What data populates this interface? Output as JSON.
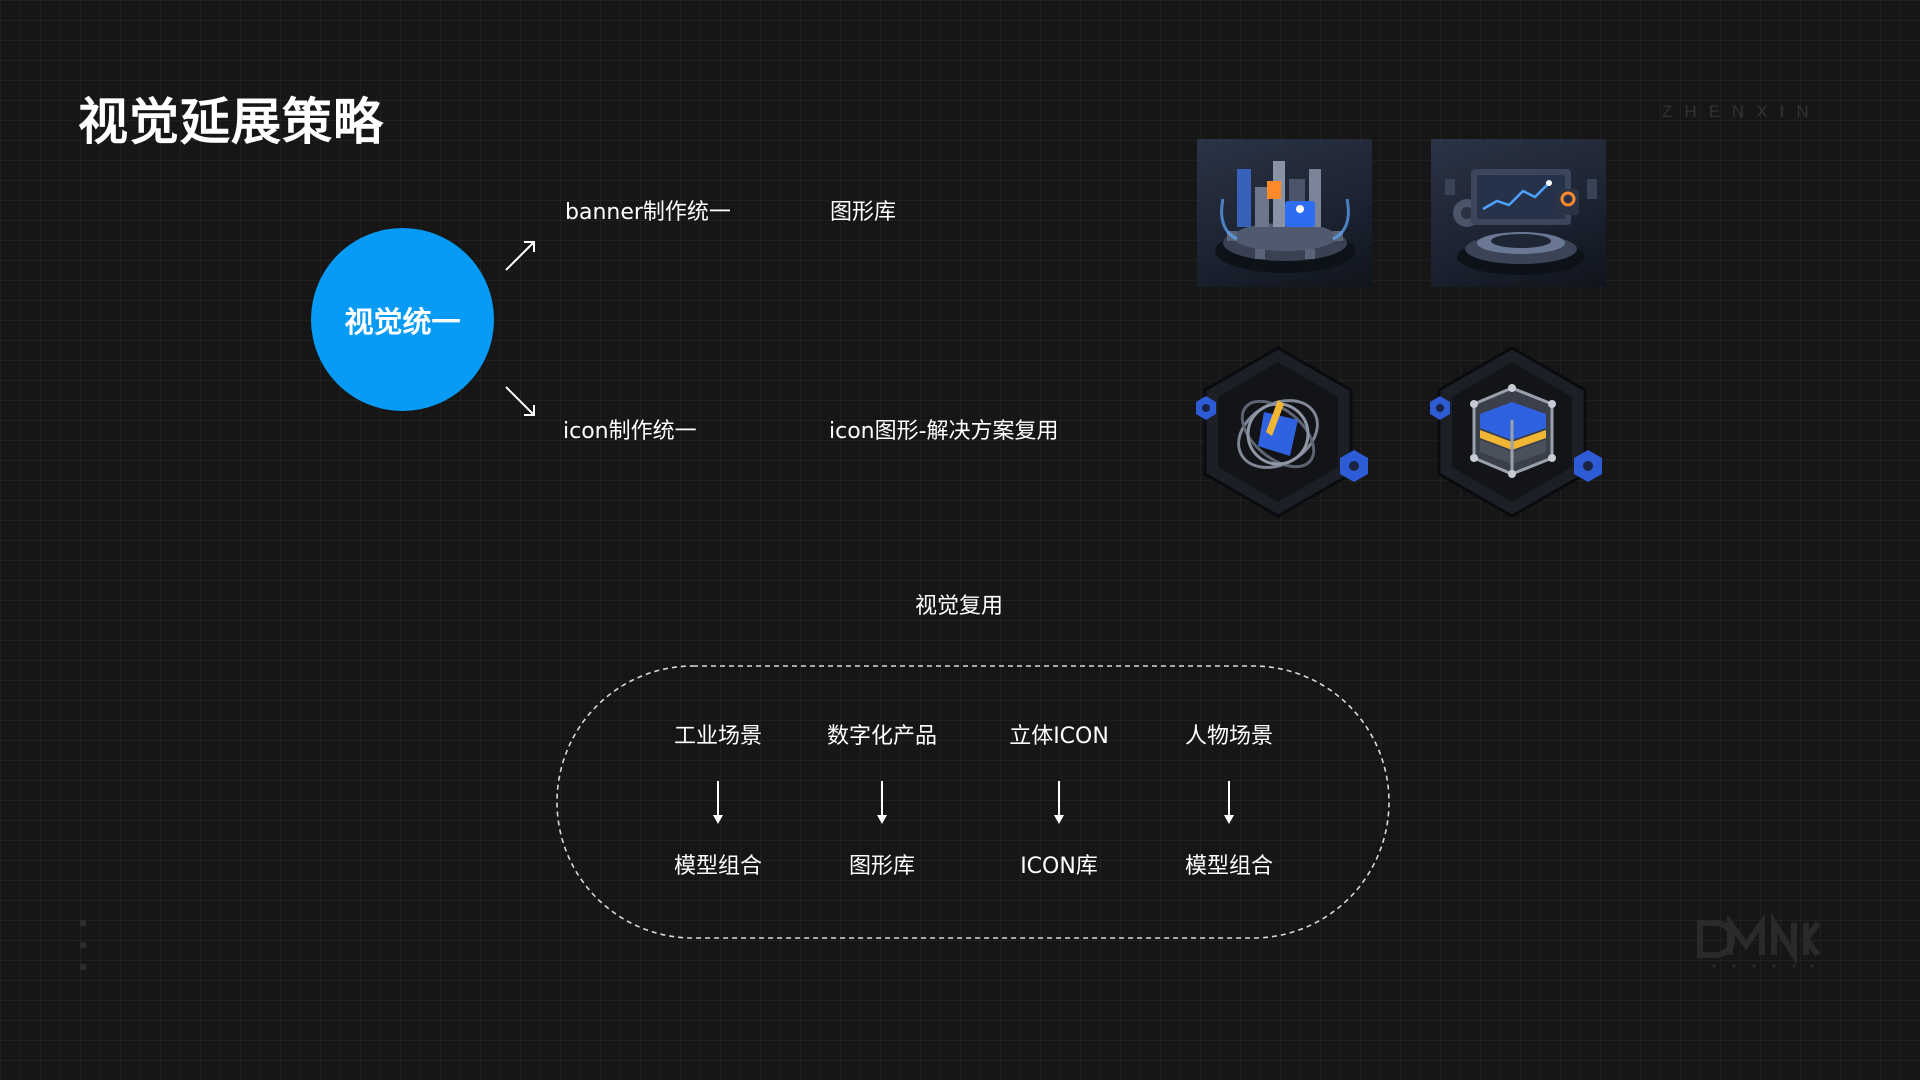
{
  "slide": {
    "title": "视觉延展策略",
    "wordmark": "ZHENXIN",
    "center_circle": "视觉统一",
    "rows": [
      {
        "item": "banner制作统一",
        "result": "图形库"
      },
      {
        "item": "icon制作统一",
        "result": "icon图形-解决方案复用"
      }
    ],
    "reuse_heading": "视觉复用",
    "reuse_columns": [
      {
        "top": "工业场景",
        "bottom": "模型组合"
      },
      {
        "top": "数字化产品",
        "bottom": "图形库"
      },
      {
        "top": "立体ICON",
        "bottom": "ICON库"
      },
      {
        "top": "人物场景",
        "bottom": "模型组合"
      }
    ],
    "logo_letters": "DMNK"
  },
  "colors": {
    "background": "#161616",
    "accent_blue": "#079bf5",
    "icon_blue": "#2e5bd6",
    "icon_yellow": "#f2b635"
  },
  "icons": {
    "banner_images": [
      "industrial-gear-platform-illustration",
      "analytics-dashboard-platform-illustration"
    ],
    "hex_icons": [
      "globe-orbit-hex-icon",
      "layered-cube-hex-icon"
    ]
  }
}
